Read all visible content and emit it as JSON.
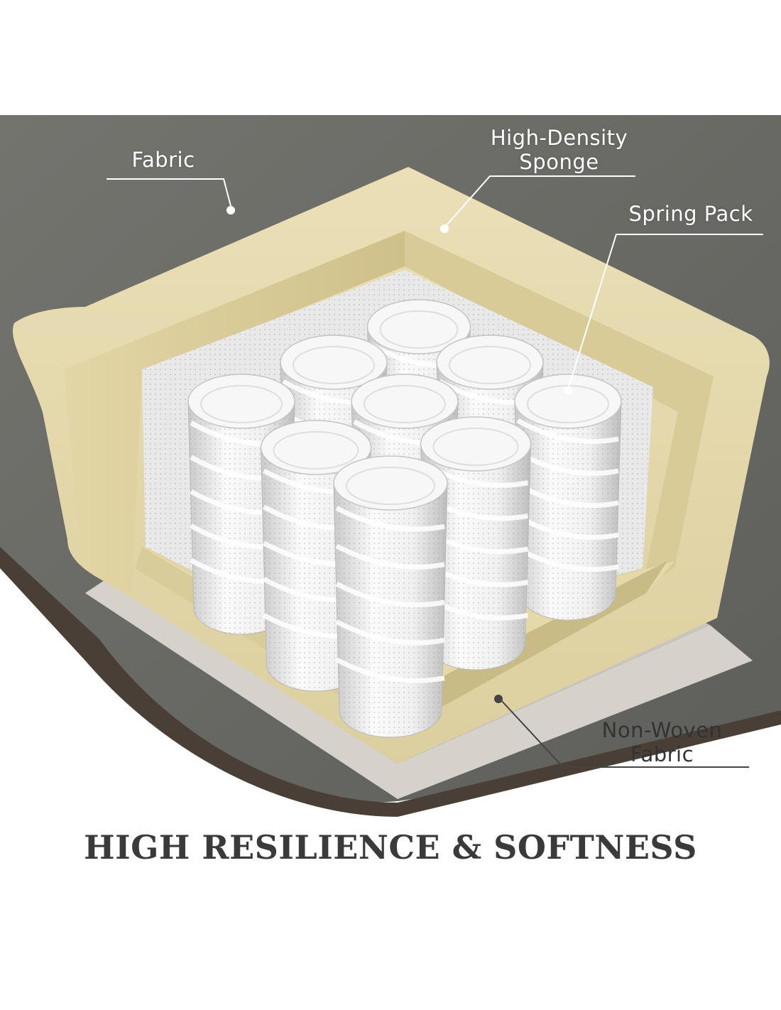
{
  "callouts": {
    "fabric": [
      "Fabric"
    ],
    "sponge": [
      "High-Density",
      "Sponge"
    ],
    "spring": [
      "Spring Pack"
    ],
    "nonwoven": [
      "Non-Woven",
      "Fabric"
    ]
  },
  "headline": "HIGH RESILIENCE & SOFTNESS",
  "colors": {
    "fabric": "#6a6a66",
    "sponge": "#e6dbb0",
    "non_woven": "#d6d2cb",
    "springs": "#f2f2f2",
    "headline": "#3a3a3a"
  }
}
